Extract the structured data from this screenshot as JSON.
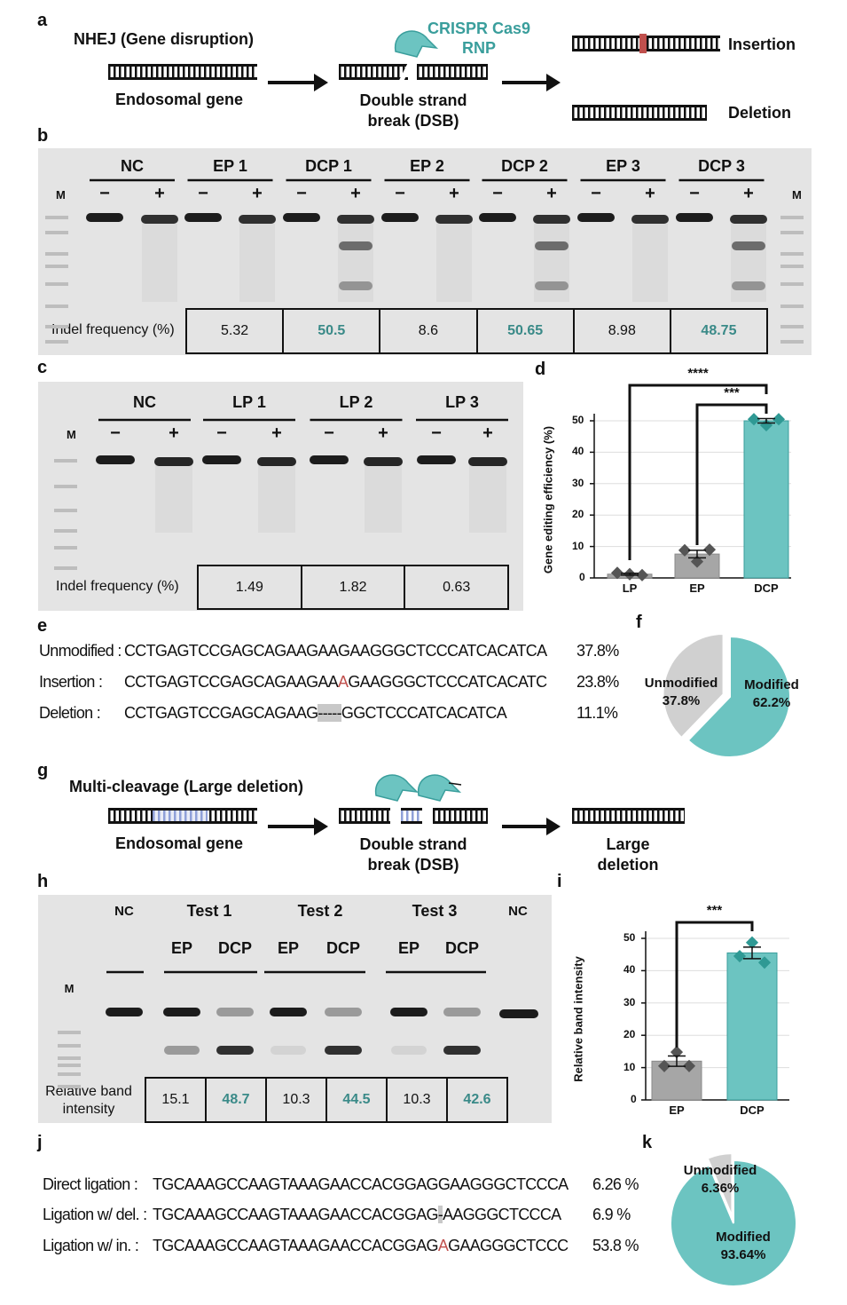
{
  "panel_labels": {
    "a": "a",
    "b": "b",
    "c": "c",
    "d": "d",
    "e": "e",
    "f": "f",
    "g": "g",
    "h": "h",
    "i": "i",
    "j": "j",
    "k": "k"
  },
  "a": {
    "title": "NHEJ (Gene disruption)",
    "gene": "Endosomal gene",
    "rnp1": "CRISPR Cas9",
    "rnp2": "RNP",
    "dsb1": "Double strand",
    "dsb2": "break (DSB)",
    "insertion": "Insertion",
    "deletion": "Deletion"
  },
  "b": {
    "groups": [
      "NC",
      "EP 1",
      "DCP 1",
      "EP 2",
      "DCP 2",
      "EP 3",
      "DCP 3"
    ],
    "minus": "−",
    "plus": "+",
    "marker": "M",
    "row_label": "Indel frequency (%)",
    "values": [
      "5.32",
      "50.5",
      "8.6",
      "50.65",
      "8.98",
      "48.75"
    ]
  },
  "c": {
    "groups": [
      "NC",
      "LP 1",
      "LP 2",
      "LP 3"
    ],
    "minus": "−",
    "plus": "+",
    "marker": "M",
    "row_label": "Indel frequency (%)",
    "values": [
      "1.49",
      "1.82",
      "0.63"
    ]
  },
  "e": {
    "rows": [
      {
        "label": "Unmodified :",
        "pre": "CCTGAGTCCGAGCAGAAGAAGAAGGGCTCCCATCACATCA",
        "mark": "",
        "post": "",
        "pct": "37.8%"
      },
      {
        "label": "Insertion :",
        "pre": "CCTGAGTCCGAGCAGAAGAA",
        "mark": "A",
        "post": "GAAGGGCTCCCATCACATC",
        "pct": "23.8%"
      },
      {
        "label": "Deletion :",
        "pre": "CCTGAGTCCGAGCAGAAG",
        "mark": "-----",
        "post": "GGCTCCCATCACATCA",
        "pct": "11.1%"
      }
    ]
  },
  "g": {
    "title": "Multi-cleavage (Large deletion)",
    "gene": "Endosomal gene",
    "dsb1": "Double strand",
    "dsb2": "break (DSB)",
    "ld1": "Large",
    "ld2": "deletion"
  },
  "h": {
    "nc": "NC",
    "tests": [
      "Test 1",
      "Test 2",
      "Test 3"
    ],
    "sub": [
      "EP",
      "DCP"
    ],
    "marker": "M",
    "row_label1": "Relative band",
    "row_label2": "intensity",
    "values": [
      "15.1",
      "48.7",
      "10.3",
      "44.5",
      "10.3",
      "42.6"
    ]
  },
  "j": {
    "rows": [
      {
        "label": "Direct ligation :",
        "pre": "TGCAAAGCCAAGTAAAGAACCACGGAGGAAGGGCTCCCA",
        "mark": "",
        "post": "",
        "pct": "6.26 %"
      },
      {
        "label": "Ligation w/ del. :",
        "pre": "TGCAAAGCCAAGTAAAGAACCACGGAG",
        "mark": "-",
        "post": "AAGGGCTCCCA",
        "pct": "6.9 %"
      },
      {
        "label": "Ligation w/ in. :",
        "pre": "TGCAAAGCCAAGTAAAGAACCACGGAG",
        "mark": "A",
        "post": "GAAGGGCTCCC",
        "pct": "53.8 %"
      }
    ]
  },
  "colors": {
    "teal": "#6cc4c1",
    "teal_dark": "#2f9994",
    "gray": "#a6a6a6",
    "gray_dark": "#555555",
    "red": "#c0504d",
    "pie_gray": "#d0d0d0"
  },
  "chart_data": [
    {
      "id": "d",
      "type": "bar",
      "categories": [
        "LP",
        "EP",
        "DCP"
      ],
      "values": [
        1.2,
        7.6,
        50.0
      ],
      "errors": [
        0.3,
        1.2,
        0.7
      ],
      "points": [
        [
          1.6,
          1.2,
          0.9
        ],
        [
          8.8,
          5.2,
          9.0
        ],
        [
          50.5,
          48.6,
          50.5
        ]
      ],
      "ylabel": "Gene editing efficiency (%)",
      "ylim": [
        0,
        50
      ],
      "yticks": [
        "0",
        "10",
        "20",
        "30",
        "40",
        "50"
      ],
      "significance": [
        {
          "from": "LP",
          "to": "DCP",
          "label": "****"
        },
        {
          "from": "EP",
          "to": "DCP",
          "label": "***"
        }
      ],
      "grid": true
    },
    {
      "id": "i",
      "type": "bar",
      "categories": [
        "EP",
        "DCP"
      ],
      "values": [
        12.0,
        45.5
      ],
      "errors": [
        1.6,
        1.8
      ],
      "points": [
        [
          10.5,
          14.8,
          10.5
        ],
        [
          44.5,
          48.7,
          42.5
        ]
      ],
      "ylabel": "Relative band intensity",
      "ylim": [
        0,
        50
      ],
      "yticks": [
        "0",
        "10",
        "20",
        "30",
        "40",
        "50"
      ],
      "significance": [
        {
          "from": "EP",
          "to": "DCP",
          "label": "***"
        }
      ],
      "grid": true
    },
    {
      "id": "f",
      "type": "pie",
      "labels": [
        "Unmodified",
        "Modified"
      ],
      "values": [
        37.8,
        62.2
      ],
      "value_labels": [
        "37.8%",
        "62.2%"
      ]
    },
    {
      "id": "k",
      "type": "pie",
      "labels": [
        "Unmodified",
        "Modified"
      ],
      "values": [
        6.36,
        93.64
      ],
      "value_labels": [
        "6.36%",
        "93.64%"
      ]
    }
  ]
}
